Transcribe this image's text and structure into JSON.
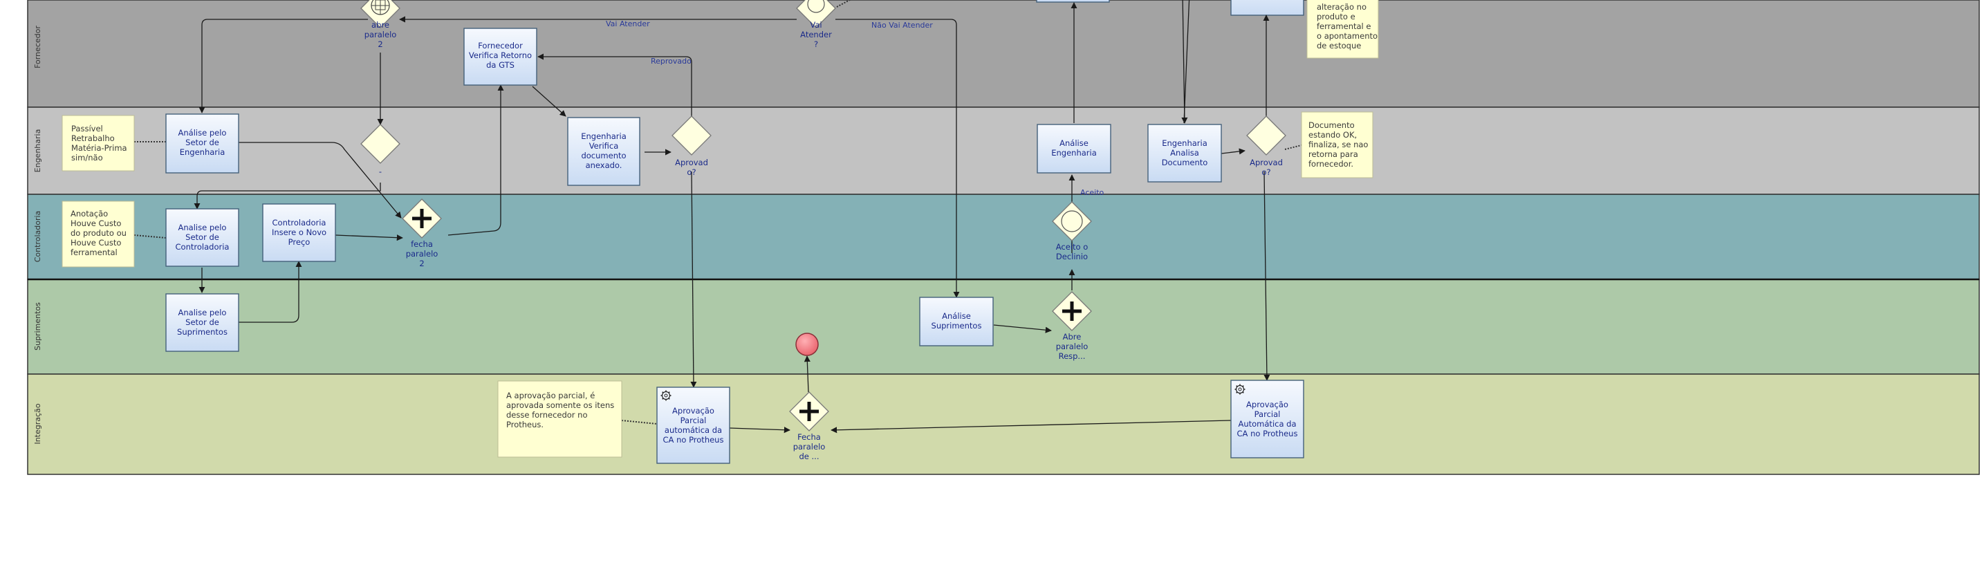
{
  "lanes": [
    {
      "label": "Fornecedor"
    },
    {
      "label": "Engenharia"
    },
    {
      "label": "Controladoria"
    },
    {
      "label": "Suprimentos"
    },
    {
      "label": "Integração"
    }
  ],
  "tasks": [
    {
      "lines": [
        "Fornecedor",
        "Verifica Retorno",
        "da GTS"
      ]
    },
    {
      "lines": [
        "Análise pelo",
        "Setor de",
        "Engenharia"
      ]
    },
    {
      "lines": [
        "Engenharia",
        "Verifica",
        "documento",
        "anexado."
      ]
    },
    {
      "lines": [
        "Análise",
        "Engenharia"
      ]
    },
    {
      "lines": [
        "Engenharia",
        "Analisa",
        "Documento"
      ]
    },
    {
      "lines": [
        "Analise pelo",
        "Setor de",
        "Controladoria"
      ]
    },
    {
      "lines": [
        "Controladoria",
        "Insere o Novo",
        "Preço"
      ]
    },
    {
      "lines": [
        "Analise pelo",
        "Setor de",
        "Suprimentos"
      ]
    },
    {
      "lines": [
        "Análise",
        "Suprimentos"
      ]
    },
    {
      "lines": [
        "Aprovação",
        "Parcial",
        "automática da",
        "CA no Protheus"
      ]
    },
    {
      "lines": [
        "Aprovação",
        "Parcial",
        "Automática da",
        "CA no Protheus"
      ]
    }
  ],
  "gateways": [
    {
      "lines": [
        "abre",
        "paralelo",
        "2"
      ]
    },
    {
      "lines": [
        "Vai",
        "Atender",
        "?"
      ]
    },
    {
      "lines": [
        "-"
      ]
    },
    {
      "lines": [
        "Aprovad",
        "o?"
      ]
    },
    {
      "lines": [
        "Aprovad",
        "o?"
      ]
    },
    {
      "lines": [
        "fecha",
        "paralelo",
        "2"
      ]
    },
    {
      "lines": [
        "Aceito o",
        "Declinio"
      ]
    },
    {
      "lines": [
        "Abre",
        "paralelo",
        "Resp..."
      ]
    },
    {
      "lines": [
        "Fecha",
        "paralelo",
        "de ..."
      ]
    }
  ],
  "notes": [
    {
      "lines": [
        "alteração no",
        "produto e",
        "ferramental e",
        "o apontamento",
        "de estoque"
      ]
    },
    {
      "lines": [
        "Passível",
        "Retrabalho",
        "Matéria-Prima",
        "sim/não"
      ]
    },
    {
      "lines": [
        "Documento",
        "estando OK,",
        "finaliza, se nao",
        "retorna para",
        "fornecedor."
      ]
    },
    {
      "lines": [
        "Anotação",
        "Houve Custo",
        "do produto  ou",
        "Houve Custo",
        "ferramental"
      ]
    },
    {
      "lines": [
        "A aprovação parcial, é",
        "aprovada somente os itens",
        "desse fornecedor no",
        "Protheus."
      ]
    }
  ],
  "flow_labels": {
    "vai_atender": "Vai Atender",
    "nao_vai_atender": "Não Vai Atender",
    "reprovado": "Reprovado",
    "aceito": "Aceito"
  },
  "colors": {
    "lane_fornecedor": "#a3a3a3",
    "lane_engenharia": "#c2c2c2",
    "lane_controladoria": "#84b1b6",
    "lane_suprimentos": "#adc9a8",
    "lane_integracao": "#d1daab",
    "task_fill_top": "#f6f9fe",
    "task_fill_bottom": "#c9dbf3",
    "note_fill": "#ffffd2",
    "gateway_fill": "#ffffe0",
    "end_event": "#e8606a"
  }
}
